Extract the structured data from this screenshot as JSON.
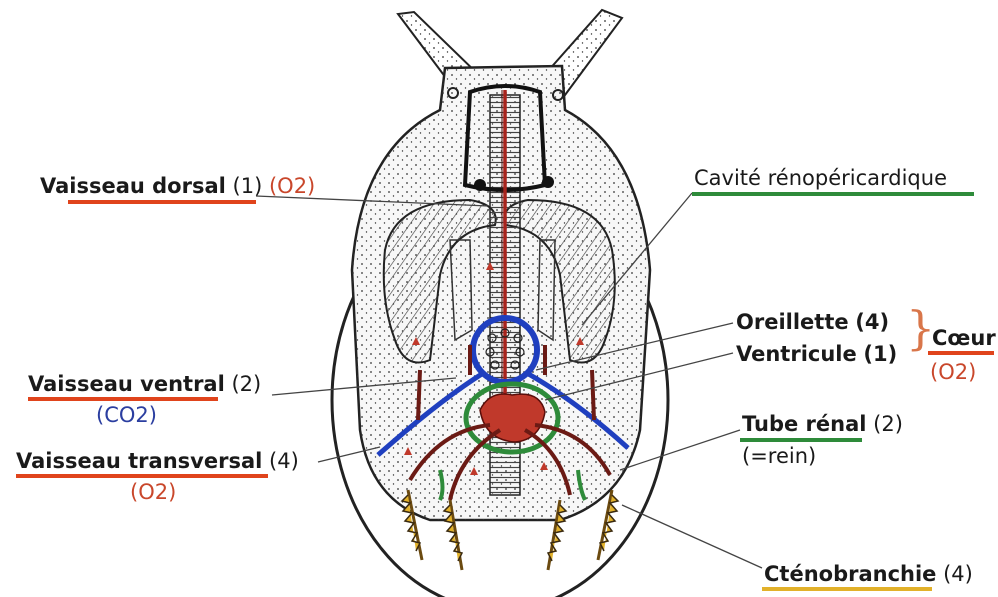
{
  "labels": {
    "vaisseau_dorsal": {
      "name": "Vaisseau dorsal",
      "number": "(1)",
      "gas": "(O2)"
    },
    "cavite": {
      "name": "Cavité rénopéricardique"
    },
    "oreillette": {
      "name": "Oreillette",
      "number": "(4)"
    },
    "ventricule": {
      "name": "Ventricule",
      "number": "(1)"
    },
    "coeur": {
      "name": "Cœur",
      "gas": "(O2)"
    },
    "vaisseau_ventral": {
      "name": "Vaisseau ventral",
      "number": "(2)",
      "gas": "(CO2)"
    },
    "vaisseau_transversal": {
      "name": "Vaisseau transversal",
      "number": "(4)",
      "gas": "(O2)"
    },
    "tube_renal": {
      "name": "Tube rénal",
      "number": "(2)",
      "note": "(=rein)"
    },
    "ctenobranchie": {
      "name": "Cténobranchie",
      "number": "(4)"
    }
  },
  "colors": {
    "arterial_red": "#c0392b",
    "venous_blue": "#1f3fbf",
    "renal_green": "#2e8b3a",
    "gill_yellow": "#e2b12a",
    "vessel_brown": "#6b1a14",
    "ink": "#1a1a1a"
  }
}
